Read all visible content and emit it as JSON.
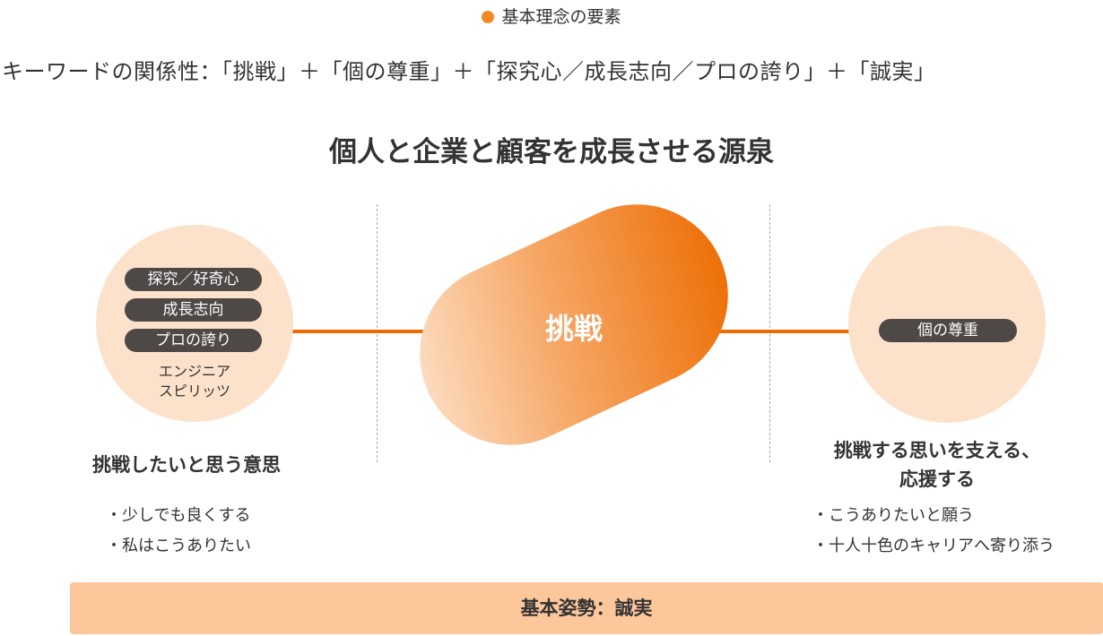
{
  "legend": "基本理念の要素",
  "keywords": "キーワードの関係性：「挑戦」＋「個の尊重」＋「探究心／成長志向／プロの誇り」＋「誠実」",
  "title": "個人と企業と顧客を成長させる源泉",
  "left": {
    "tags": [
      "探究／好奇心",
      "成長志向",
      "プロの誇り"
    ],
    "caption_lines": [
      "エンジニア",
      "スピリッツ"
    ],
    "heading": "挑戦したいと思う意思",
    "bullets": [
      "・少しでも良くする",
      "・私はこうありたい"
    ]
  },
  "center": {
    "label": "挑戦"
  },
  "right": {
    "tags": [
      "個の尊重"
    ],
    "heading_lines": [
      "挑戦する思いを支える、",
      "応援する"
    ],
    "bullets": [
      "・こうありたいと願う",
      "・十人十色のキャリアへ寄り添う"
    ]
  },
  "base": "基本姿勢：誠実",
  "colors": {
    "accent": "#ec6c00",
    "circle": "#fde2cb",
    "tag": "#4e4846",
    "base": "#fdc79c"
  }
}
